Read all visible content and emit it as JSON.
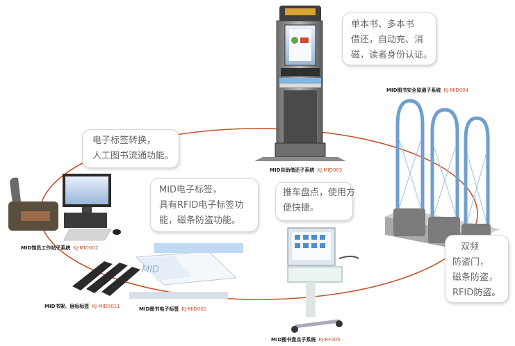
{
  "colors": {
    "ring": "#c9502a",
    "bubble_text": "#666666",
    "code_text": "#c9502a"
  },
  "nodes": {
    "self_service": {
      "name": "MID自助借还子系统",
      "code": "KJ-MID003"
    },
    "security": {
      "name": "MID图书安全监测子系统",
      "code": "KJ-MID004"
    },
    "workstation": {
      "name": "MID馆员工作站子系统",
      "code": "KJ-MID002"
    },
    "shelf_label": {
      "name": "MID书架、层标标签",
      "code": "KJ-MID0011"
    },
    "book_label": {
      "name": "MID图书电子标签",
      "code": "KJ-MID001"
    },
    "inventory": {
      "name": "MID图书盘点子系统",
      "code": "KJ-RF005"
    }
  },
  "bubbles": {
    "self_service": [
      "单本书、多本书",
      "借还，自动充、消",
      "磁，读者身份认证。"
    ],
    "workstation": [
      "电子标签转换，",
      "人工图书流通功能。"
    ],
    "book_label": [
      "MID电子标签，",
      "具有RFID电子标签功",
      "能，磁条防盗功能。"
    ],
    "inventory": [
      "推车盘点，使用方",
      "便快捷。"
    ],
    "security": [
      "双频",
      "防盗门，",
      "磁条防盗，",
      "RFID防盗。"
    ]
  },
  "device_text": {
    "label_brand": "MID"
  },
  "icons": {
    "kiosk": "self-service-kiosk-icon",
    "gates": "security-gates-icon",
    "workstation": "librarian-workstation-icon",
    "shelf": "shelf-label-strips-icon",
    "book_label": "book-label-card-icon",
    "cart": "inventory-cart-icon"
  }
}
